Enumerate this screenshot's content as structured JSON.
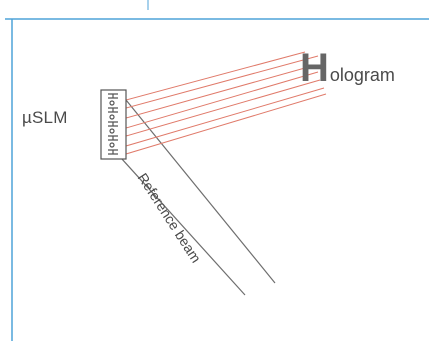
{
  "diagram": {
    "slm_label": "µSLM",
    "hologram_initial": "H",
    "hologram_rest": "ologram",
    "reference_beam_label": "Reference beam"
  },
  "colors": {
    "frame": "#4fa3d8",
    "ray": "#e07a6a",
    "outline": "#555555"
  }
}
